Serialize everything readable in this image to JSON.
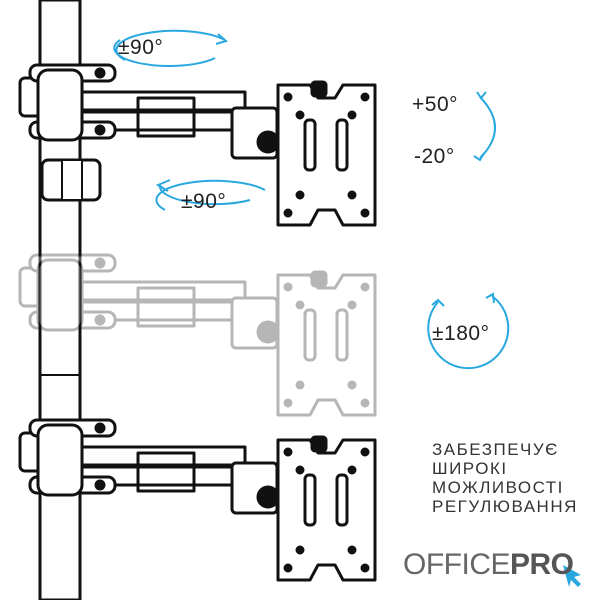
{
  "angles": {
    "arm_top": "±90°",
    "tilt_up": "+50°",
    "tilt_down": "-20°",
    "arm_joint": "±90°",
    "rotate": "±180°"
  },
  "feature_text": [
    "ЗАБЕЗПЕЧУЄ",
    "ШИРОКІ",
    "МОЖЛИВОСТІ",
    "РЕГУЛЮВАННЯ"
  ],
  "brand": {
    "part1": "OFFICE",
    "part2": "PRO"
  },
  "colors": {
    "accent": "#29a8e0",
    "outline": "#111111"
  }
}
